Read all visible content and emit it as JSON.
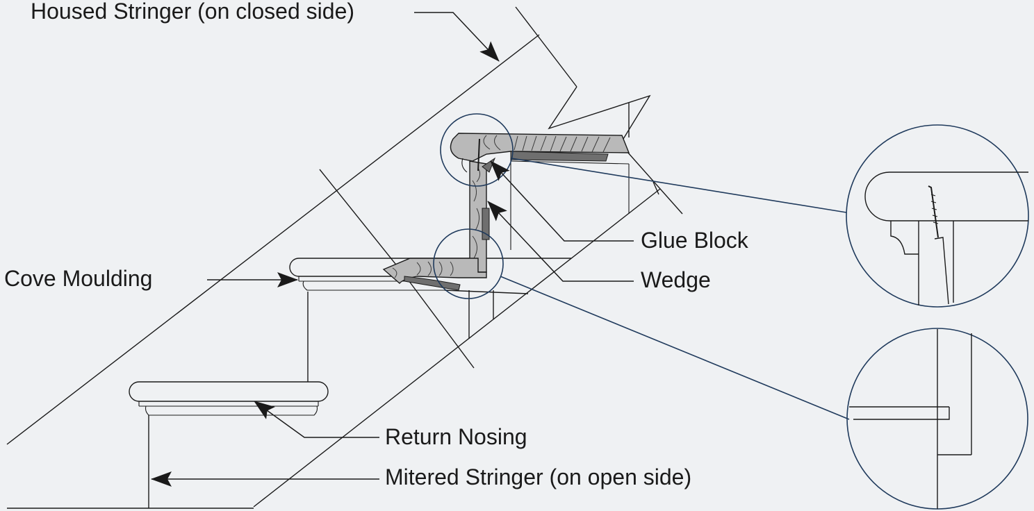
{
  "labels": {
    "housed_stringer": "Housed Stringer (on closed side)",
    "cove_moulding": "Cove Moulding",
    "glue_block": "Glue Block",
    "wedge": "Wedge",
    "return_nosing": "Return Nosing",
    "mitered_stringer": "Mitered Stringer (on open side)"
  },
  "colors": {
    "background": "#eff1f3",
    "line": "#1a1a1a",
    "callout": "#1f3a5c",
    "wood_fill": "#b9b9b9",
    "block_fill": "#6f6f6f"
  },
  "icons": [
    "arrow-head-icon"
  ]
}
